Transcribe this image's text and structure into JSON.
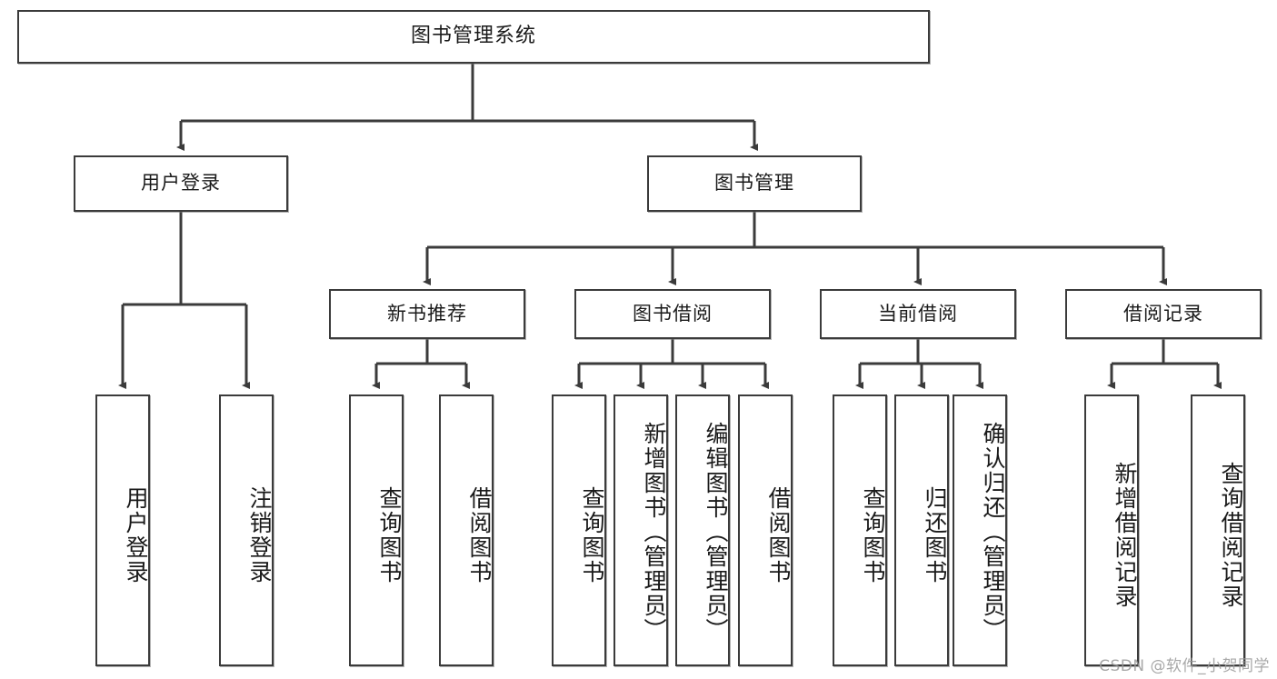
{
  "diagram": {
    "title": "图书管理系统",
    "type": "tree-hierarchy-diagram",
    "root": {
      "label": "图书管理系统"
    },
    "level2": [
      {
        "label": "用户登录"
      },
      {
        "label": "图书管理"
      }
    ],
    "level3": [
      {
        "label": "新书推荐"
      },
      {
        "label": "图书借阅"
      },
      {
        "label": "当前借阅"
      },
      {
        "label": "借阅记录"
      }
    ],
    "leaves": {
      "user_login": [
        {
          "label": "用户登录"
        },
        {
          "label": "注销登录"
        }
      ],
      "new_book_recommend": [
        {
          "label": "查询图书"
        },
        {
          "label": "借阅图书"
        }
      ],
      "book_borrow": [
        {
          "label": "查询图书"
        },
        {
          "label": "新增图书（管理员）"
        },
        {
          "label": "编辑图书（管理员）"
        },
        {
          "label": "借阅图书"
        }
      ],
      "current_borrow": [
        {
          "label": "查询图书"
        },
        {
          "label": "归还图书"
        },
        {
          "label": "确认归还（管理员）"
        }
      ],
      "borrow_record": [
        {
          "label": "新增借阅记录"
        },
        {
          "label": "查询借阅记录"
        }
      ]
    }
  },
  "watermark": {
    "text": "CSDN @软件_小贺同学"
  },
  "colors": {
    "box_border": "#3b3b3b",
    "box_fill": "#ffffff",
    "line": "#3b3b3b",
    "text": "#1a1a1a",
    "watermark": "#9a9a9a",
    "background": "#ffffff"
  }
}
